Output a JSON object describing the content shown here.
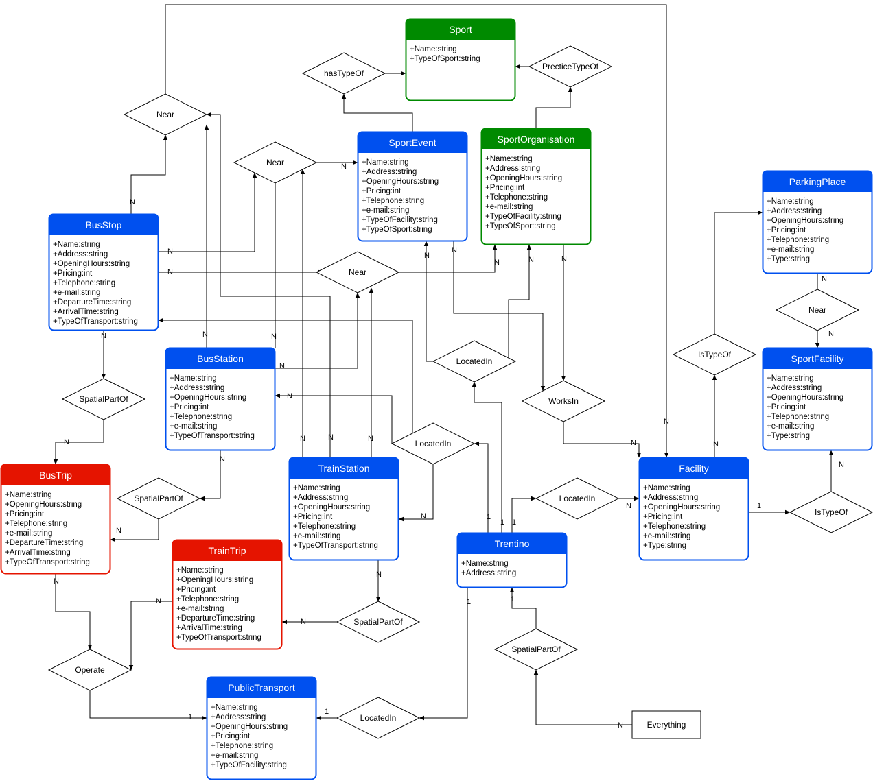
{
  "colors": {
    "blue": "#0050ef",
    "green": "#008a00",
    "red": "#e51400",
    "edge": "#000000"
  },
  "entities": [
    {
      "id": "sport",
      "title": "Sport",
      "color": "green",
      "attrs": [
        "+Name:string",
        "+TypeOfSport:string"
      ]
    },
    {
      "id": "sportevent",
      "title": "SportEvent",
      "color": "blue",
      "attrs": [
        "+Name:string",
        "+Address:string",
        "+OpeningHours:string",
        "+Pricing:int",
        "+Telephone:string",
        "+e-mail:string",
        "+TypeOfFacility:string",
        "+TypeOfSport:string"
      ]
    },
    {
      "id": "sportorg",
      "title": "SportOrganisation",
      "color": "green",
      "attrs": [
        "+Name:string",
        "+Address:string",
        "+OpeningHours:string",
        "+Pricing:int",
        "+Telephone:string",
        "+e-mail:string",
        "+TypeOfFacility:string",
        "+TypeOfSport:string"
      ]
    },
    {
      "id": "parking",
      "title": "ParkingPlace",
      "color": "blue",
      "attrs": [
        "+Name:string",
        "+Address:string",
        "+OpeningHours:string",
        "+Pricing:int",
        "+Telephone:string",
        "+e-mail:string",
        "+Type:string"
      ]
    },
    {
      "id": "busstop",
      "title": "BusStop",
      "color": "blue",
      "attrs": [
        "+Name:string",
        "+Address:string",
        "+OpeningHours:string",
        "+Pricing:int",
        "+Telephone:string",
        "+e-mail:string",
        "+DepartureTime:string",
        "+ArrivalTime:string",
        "+TypeOfTransport:string"
      ]
    },
    {
      "id": "busstation",
      "title": "BusStation",
      "color": "blue",
      "attrs": [
        "+Name:string",
        "+Address:string",
        "+OpeningHours:string",
        "+Pricing:int",
        "+Telephone:string",
        "+e-mail:string",
        "+TypeOfTransport:string"
      ]
    },
    {
      "id": "sportfacility",
      "title": "SportFacility",
      "color": "blue",
      "attrs": [
        "+Name:string",
        "+Address:string",
        "+OpeningHours:string",
        "+Pricing:int",
        "+Telephone:string",
        "+e-mail:string",
        "+Type:string"
      ]
    },
    {
      "id": "bustrip",
      "title": "BusTrip",
      "color": "red",
      "attrs": [
        "+Name:string",
        "+OpeningHours:string",
        "+Pricing:int",
        "+Telephone:string",
        "+e-mail:string",
        "+DepartureTime:string",
        "+ArrivalTime:string",
        "+TypeOfTransport:string"
      ]
    },
    {
      "id": "trainstation",
      "title": "TrainStation",
      "color": "blue",
      "attrs": [
        "+Name:string",
        "+Address:string",
        "+OpeningHours:string",
        "+Pricing:int",
        "+Telephone:string",
        "+e-mail:string",
        "+TypeOfTransport:string"
      ]
    },
    {
      "id": "facility",
      "title": "Facility",
      "color": "blue",
      "attrs": [
        "+Name:string",
        "+Address:string",
        "+OpeningHours:string",
        "+Pricing:int",
        "+Telephone:string",
        "+e-mail:string",
        "+Type:string"
      ]
    },
    {
      "id": "traintrip",
      "title": "TrainTrip",
      "color": "red",
      "attrs": [
        "+Name:string",
        "+OpeningHours:string",
        "+Pricing:int",
        "+Telephone:string",
        "+e-mail:string",
        "+DepartureTime:string",
        "+ArrivalTime:string",
        "+TypeOfTransport:string"
      ]
    },
    {
      "id": "trentino",
      "title": "Trentino",
      "color": "blue",
      "attrs": [
        "+Name:string",
        "+Address:string"
      ]
    },
    {
      "id": "publictransport",
      "title": "PublicTransport",
      "color": "blue",
      "attrs": [
        "+Name:string",
        "+Address:string",
        "+OpeningHours:string",
        "+Pricing:int",
        "+Telephone:string",
        "+e-mail:string",
        "+TypeOfFacility:string"
      ]
    }
  ],
  "relationships": [
    {
      "id": "hasTypeOf",
      "label": "hasTypeOf"
    },
    {
      "id": "practiceTypeOf",
      "label": "PrecticeTypeOf"
    },
    {
      "id": "near1",
      "label": "Near"
    },
    {
      "id": "near2",
      "label": "Near"
    },
    {
      "id": "near3",
      "label": "Near"
    },
    {
      "id": "near4",
      "label": "Near"
    },
    {
      "id": "isTypeOf1",
      "label": "IsTypeOf"
    },
    {
      "id": "isTypeOf2",
      "label": "IsTypeOf"
    },
    {
      "id": "locatedIn1",
      "label": "LocatedIn"
    },
    {
      "id": "locatedIn2",
      "label": "LocatedIn"
    },
    {
      "id": "locatedIn3",
      "label": "LocatedIn"
    },
    {
      "id": "locatedIn4",
      "label": "LocatedIn"
    },
    {
      "id": "worksIn",
      "label": "WorksIn"
    },
    {
      "id": "spatialPartOf1",
      "label": "SpatialPartOf"
    },
    {
      "id": "spatialPartOf2",
      "label": "SpatialPartOf"
    },
    {
      "id": "spatialPartOf3",
      "label": "SpatialPartOf"
    },
    {
      "id": "spatialPartOf4",
      "label": "SpatialPartOf"
    },
    {
      "id": "operate",
      "label": "Operate"
    }
  ],
  "everything": {
    "label": "Everything"
  },
  "cardinalities": [
    "N",
    "N",
    "N",
    "N",
    "N",
    "N",
    "N",
    "N",
    "N",
    "N",
    "N",
    "N",
    "N",
    "N",
    "N",
    "N",
    "N",
    "N",
    "N",
    "N",
    "N",
    "N",
    "N",
    "N",
    "N",
    "N",
    "N",
    "N",
    "N",
    "N",
    "N",
    "N",
    "1",
    "1",
    "1",
    "1",
    "1",
    "1",
    "1"
  ]
}
